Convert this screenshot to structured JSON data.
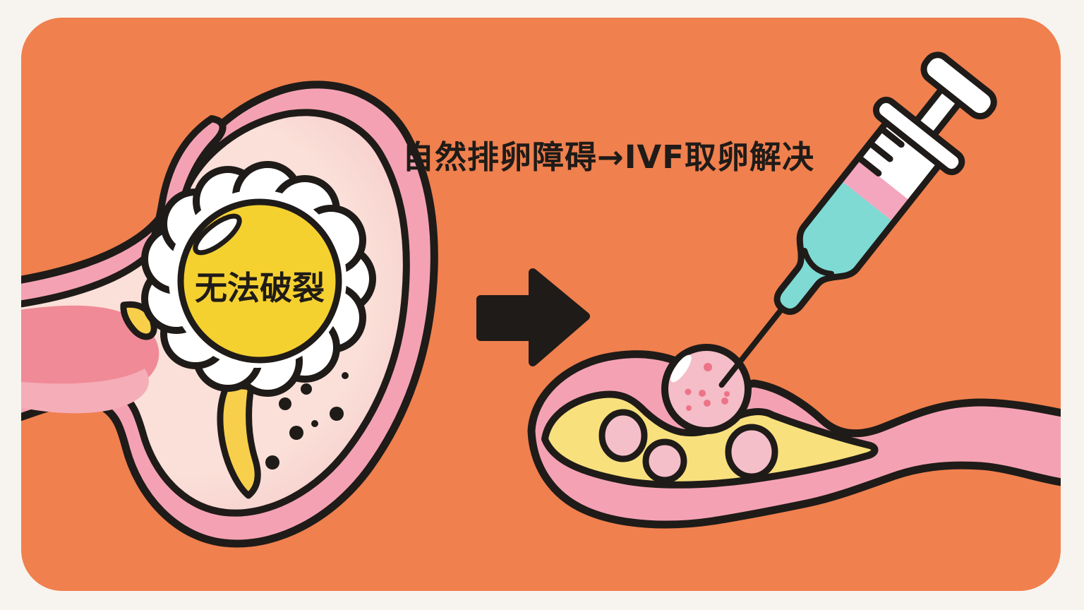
{
  "illustration": {
    "caption": "自然排卵障碍→IVF取卵解决",
    "follicle_label": "无法破裂"
  },
  "palette": {
    "background_page": "#F7F4EF",
    "panel_orange": "#F0804E",
    "outline_black": "#1F1B18",
    "ovary_pink": "#F4A2B3",
    "cavity_light": "#FAE0D8",
    "cavity_mid": "#F5C2C4",
    "salmon": "#F08A96",
    "salmon_light": "#F5ADB8",
    "follicle_white": "#FFFFFF",
    "egg_yellow": "#F5D130",
    "drip_yellow": "#F7CF4A",
    "lutea_yellow": "#F8E07D",
    "teal": "#7EDAD3",
    "syringe_pink": "#F4A6BE",
    "egg_pink": "#F4BDC8",
    "spot_pink": "#EE7387",
    "follicle_pink": "#F5BFCA"
  },
  "icons": [
    {
      "name": "right-arrow-icon",
      "meaning": "transition from problem to solution"
    },
    {
      "name": "syringe-icon",
      "meaning": "IVF egg retrieval needle"
    }
  ]
}
